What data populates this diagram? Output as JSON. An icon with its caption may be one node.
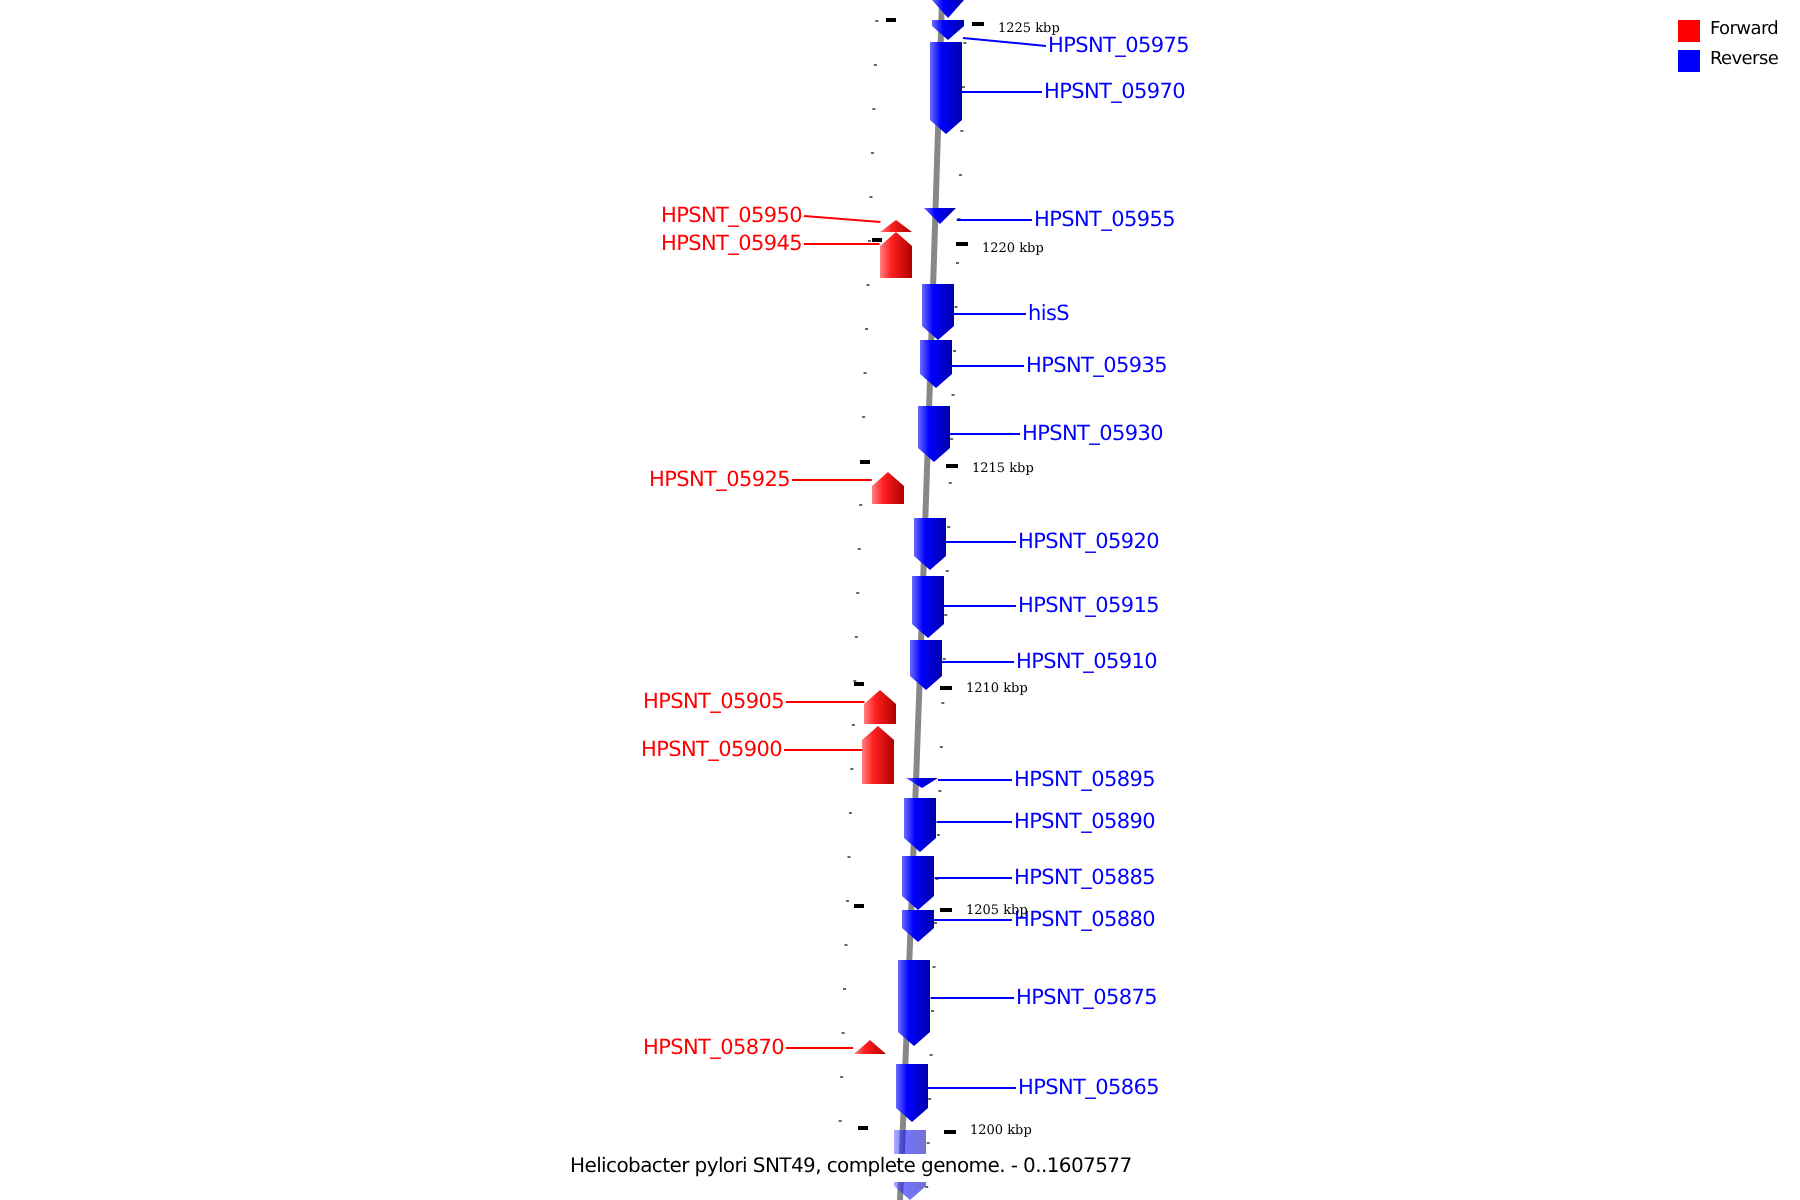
{
  "diagram": {
    "caption": "Helicobacter pylori SNT49, complete genome. - 0..1607577",
    "nodes": [
      {
        "text": [],
        "shape": "arrow"
      },
      {
        "text": [],
        "shape": "arrow"
      },
      {
        "text": [
          "HPSNT_05975"
        ]
      },
      {
        "text": [],
        "shape": "arrow"
      },
      {
        "text": [
          "HPSNT_05970"
        ]
      },
      {
        "text": [],
        "shape": "arrow"
      },
      {
        "text": [
          "HPSNT_05955"
        ]
      },
      {
        "text": [
          "HPSNT_05950"
        ]
      },
      {
        "text": [],
        "shape": "arrow"
      },
      {
        "text": [
          "HPSNT_05945"
        ]
      },
      {
        "text": [],
        "shape": "arrow"
      },
      {
        "text": [],
        "shape": "arrow"
      },
      {
        "text": [
          "hisS"
        ]
      },
      {
        "text": [],
        "shape": "arrow"
      },
      {
        "text": [
          "HPSNT_05935"
        ]
      },
      {
        "text": [],
        "shape": "arrow"
      },
      {
        "text": [
          "HPSNT_05930"
        ]
      },
      {
        "text": [
          "HPSNT_05925"
        ]
      },
      {
        "text": [],
        "shape": "arrow"
      },
      {
        "text": [],
        "shape": "arrow"
      },
      {
        "text": [
          "HPSNT_05920"
        ]
      },
      {
        "text": [],
        "shape": "arrow"
      },
      {
        "text": [
          "HPSNT_05915"
        ]
      },
      {
        "text": [],
        "shape": "arrow"
      },
      {
        "text": [
          "HPSNT_05910"
        ]
      },
      {
        "text": [
          "HPSNT_05905"
        ]
      },
      {
        "text": [],
        "shape": "arrow"
      },
      {
        "text": [
          "HPSNT_05900"
        ]
      },
      {
        "text": [],
        "shape": "arrow"
      },
      {
        "text": [],
        "shape": "arrow"
      },
      {
        "text": [
          "HPSNT_05895"
        ]
      },
      {
        "text": [],
        "shape": "arrow"
      },
      {
        "text": [
          "HPSNT_05890"
        ]
      },
      {
        "text": [],
        "shape": "arrow"
      },
      {
        "text": [
          "HPSNT_05885"
        ]
      },
      {
        "text": [],
        "shape": "arrow"
      },
      {
        "text": [
          "HPSNT_05880"
        ]
      },
      {
        "text": [],
        "shape": "arrow"
      },
      {
        "text": [
          "HPSNT_05875"
        ]
      },
      {
        "text": [
          "HPSNT_05870"
        ]
      },
      {
        "text": [],
        "shape": "arrow"
      },
      {
        "text": [],
        "shape": "arrow"
      },
      {
        "text": [
          "HPSNT_05865"
        ]
      },
      {
        "text": [],
        "shape": "arrow"
      }
    ],
    "edges": [
      {
        "from": 2,
        "to": 1,
        "arrow": "none"
      },
      {
        "from": 4,
        "to": 3,
        "arrow": "none"
      },
      {
        "from": 6,
        "to": 5,
        "arrow": "none"
      },
      {
        "from": 7,
        "to": 8,
        "arrow": "none",
        "color": "#ff0000"
      },
      {
        "from": 9,
        "to": 10,
        "arrow": "none",
        "color": "#ff0000"
      },
      {
        "from": 12,
        "to": 11,
        "arrow": "none"
      },
      {
        "from": 14,
        "to": 13,
        "arrow": "none"
      },
      {
        "from": 16,
        "to": 15,
        "arrow": "none"
      },
      {
        "from": 17,
        "to": 18,
        "arrow": "none",
        "color": "#ff0000"
      },
      {
        "from": 20,
        "to": 19,
        "arrow": "none"
      },
      {
        "from": 22,
        "to": 21,
        "arrow": "none"
      },
      {
        "from": 24,
        "to": 23,
        "arrow": "none"
      },
      {
        "from": 25,
        "to": 26,
        "arrow": "none",
        "color": "#ff0000"
      },
      {
        "from": 27,
        "to": 28,
        "arrow": "none",
        "color": "#ff0000"
      },
      {
        "from": 30,
        "to": 29,
        "arrow": "none"
      },
      {
        "from": 32,
        "to": 31,
        "arrow": "none"
      },
      {
        "from": 34,
        "to": 33,
        "arrow": "none"
      },
      {
        "from": 36,
        "to": 35,
        "arrow": "none"
      },
      {
        "from": 38,
        "to": 37,
        "arrow": "none"
      },
      {
        "from": 39,
        "to": 40,
        "arrow": "none",
        "color": "#ff0000"
      },
      {
        "from": 42,
        "to": 41,
        "arrow": "none"
      }
    ],
    "labels": [
      "1225 kbp",
      "1220 kbp",
      "1215 kbp",
      "1210 kbp",
      "1205 kbp",
      "1200 kbp"
    ],
    "legend": [
      {
        "text": "Forward",
        "color": "#ff0000"
      },
      {
        "text": "Reverse",
        "color": "#0000ff"
      }
    ]
  }
}
